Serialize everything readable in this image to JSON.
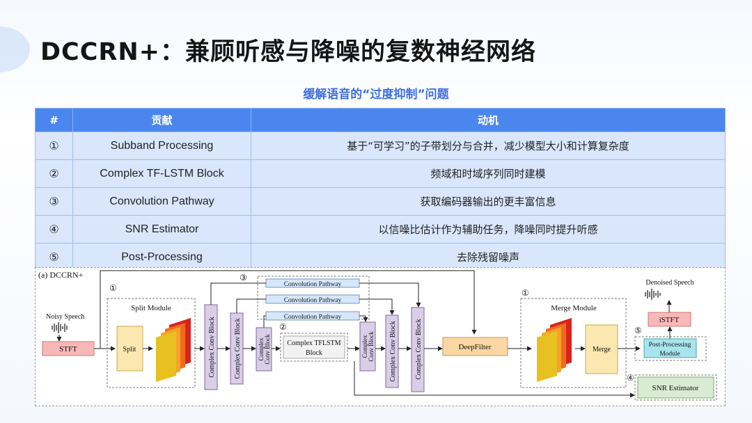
{
  "title": "DCCRN+：兼顾听感与降噪的复数神经网络",
  "subtitle": "缓解语音的“过度抑制”问题",
  "table": {
    "headers": [
      "#",
      "贡献",
      "动机"
    ],
    "rows": [
      {
        "num": "①",
        "contribution": "Subband Processing",
        "motivation": "基于“可学习”的子带划分与合并，减少模型大小和计算复杂度"
      },
      {
        "num": "②",
        "contribution": "Complex TF-LSTM Block",
        "motivation": "频域和时域序列同时建模"
      },
      {
        "num": "③",
        "contribution": "Convolution Pathway",
        "motivation": "获取编码器输出的更丰富信息"
      },
      {
        "num": "④",
        "contribution": "SNR Estimator",
        "motivation": "以信噪比估计作为辅助任务，降噪同时提升听感"
      },
      {
        "num": "⑤",
        "contribution": "Post-Processing",
        "motivation": "去除残留噪声"
      }
    ]
  },
  "diagram": {
    "caption": "(a) DCCRN+",
    "noisy_speech": "Noisy Speech",
    "stft": "STFT",
    "split_module": "Split Module",
    "split": "Split",
    "complex_conv_block": "Complex Conv Block",
    "complex_conv_block_line1": "Complex",
    "complex_conv_block_line2": "Conv Block",
    "convolution_pathway": "Convolution Pathway",
    "tflstm_line1": "Complex TFLSTM",
    "tflstm_line2": "Block",
    "deepfilter": "DeepFilter",
    "merge_module": "Merge Module",
    "merge": "Merge",
    "denoised_speech": "Denoised Speech",
    "istft": "iSTFT",
    "post_line1": "Post-Processing",
    "post_line2": "Module",
    "snr_estimator": "SNR Estimator",
    "markers": {
      "one": "①",
      "two": "②",
      "three": "③",
      "four": "④",
      "five": "⑤"
    }
  },
  "colors": {
    "accent_blue": "#4a86ee",
    "row_bg": "#d9e6fb",
    "stft_fill": "#f8b8b8",
    "split_fill": "#fbe8b0",
    "conv_fill": "#d9cde8",
    "pathway_fill": "#d7e6f9",
    "deepfilter_fill": "#fbd7a3",
    "post_fill": "#a8e4ee",
    "snr_fill": "#d8ecd4"
  }
}
